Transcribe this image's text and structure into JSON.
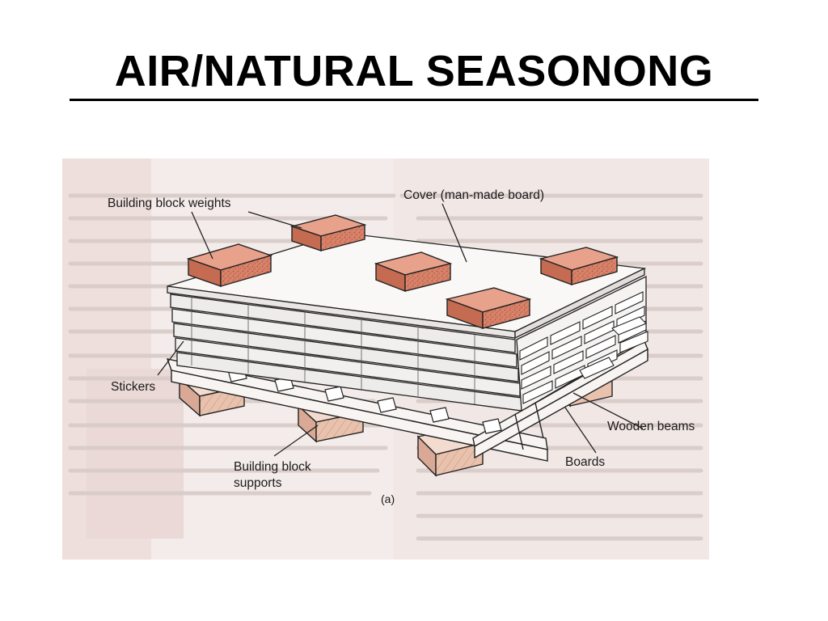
{
  "slide": {
    "title": "AIR/NATURAL SEASONONG"
  },
  "diagram": {
    "labels": {
      "building_block_weights": "Building block weights",
      "cover": "Cover (man-made board)",
      "stickers": "Stickers",
      "wooden_beams": "Wooden beams",
      "boards": "Boards",
      "building_block_supports_line1": "Building block",
      "building_block_supports_line2": "supports",
      "figure_tag": "(a)"
    },
    "colors": {
      "brick": "#d9826a",
      "brick_side": "#c46b52",
      "support_block": "#e9c2ae",
      "page_background": "#f3ecea",
      "line": "#222222"
    }
  }
}
